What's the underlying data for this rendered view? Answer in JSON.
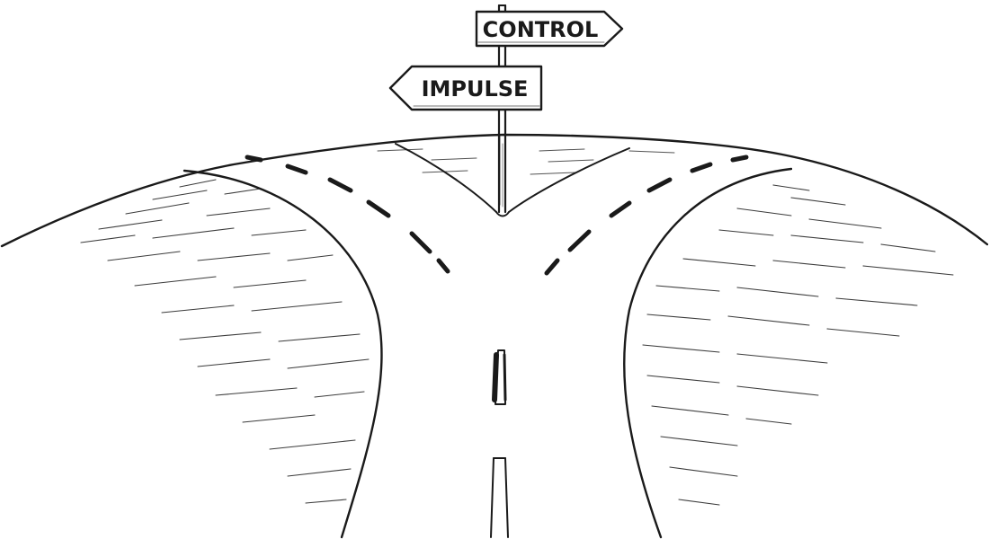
{
  "signpost": {
    "top_sign": {
      "label": "CONTROL",
      "direction": "right"
    },
    "bottom_sign": {
      "label": "IMPULSE",
      "direction": "left"
    }
  },
  "colors": {
    "ink": "#1a1a1a",
    "paper": "#ffffff"
  }
}
